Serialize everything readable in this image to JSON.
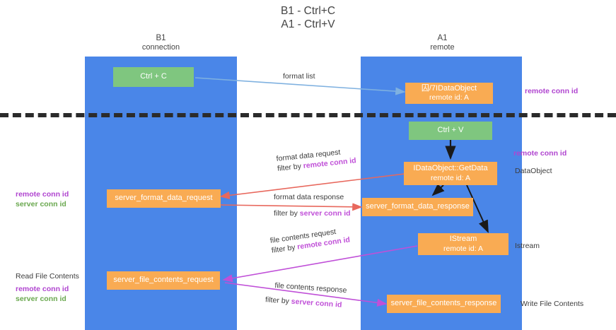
{
  "title": {
    "line1": "B1 - Ctrl+C",
    "line2": "A1 - Ctrl+V"
  },
  "columns": [
    {
      "name": "B1",
      "sub": "connection"
    },
    {
      "name": "A1",
      "sub": "remote"
    }
  ],
  "boxes": {
    "ctrl_c": {
      "label": "Ctrl + C"
    },
    "idataobject": {
      "line1": "囚/7IDataObject",
      "line2": "remote id: A"
    },
    "ctrl_v": {
      "label": "Ctrl + V"
    },
    "getdata": {
      "line1": "IDataObject::GetData",
      "line2": "remote id: A"
    },
    "format_data_request": {
      "label": "server_format_data_request"
    },
    "format_data_response": {
      "label": "server_format_data_response"
    },
    "istream": {
      "line1": "IStream",
      "line2": "remote id: A"
    },
    "file_contents_request": {
      "label": "server_file_contents_request"
    },
    "file_contents_response": {
      "label": "server_file_contents_response"
    }
  },
  "edge_labels": {
    "format_list": "format list",
    "format_data_request": "format data request",
    "format_data_request_filter_prefix": "filter by ",
    "format_data_request_filter_key": "remote conn id",
    "format_data_response": "format data response",
    "format_data_response_filter_prefix": "filter by ",
    "format_data_response_filter_key": "server conn id",
    "file_contents_request": "file contents request",
    "file_contents_request_filter_prefix": "filter by ",
    "file_contents_request_filter_key": "remote conn id",
    "file_contents_response": "file contents response",
    "file_contents_response_filter_prefix": "filter by ",
    "file_contents_response_filter_key": "server conn id"
  },
  "annotations": {
    "right_remote_conn_id_top": "remote conn id",
    "right_remote_conn_id_mid": "remote conn id",
    "right_dataobject": "DataObject",
    "right_istream": "Istream",
    "right_write_file_contents": "Write File Contents",
    "left_remote_conn_id": "remote conn id",
    "left_server_conn_id": "server conn id",
    "left_read_file_contents": "Read File Contents",
    "left_remote_conn_id_2": "remote conn id",
    "left_server_conn_id_2": "server conn id"
  },
  "colors": {
    "lane": "#4a86e8",
    "green_box": "#7fc67f",
    "orange_box": "#f9ab53",
    "divider": "#2b2b2b",
    "remote_conn_id": "#b045d0",
    "server_conn_id": "#6aa84f",
    "arrow_blue": "#7fb1e0",
    "arrow_red": "#e8685d",
    "arrow_magenta": "#c050d8",
    "arrow_black": "#1a1a1a"
  }
}
